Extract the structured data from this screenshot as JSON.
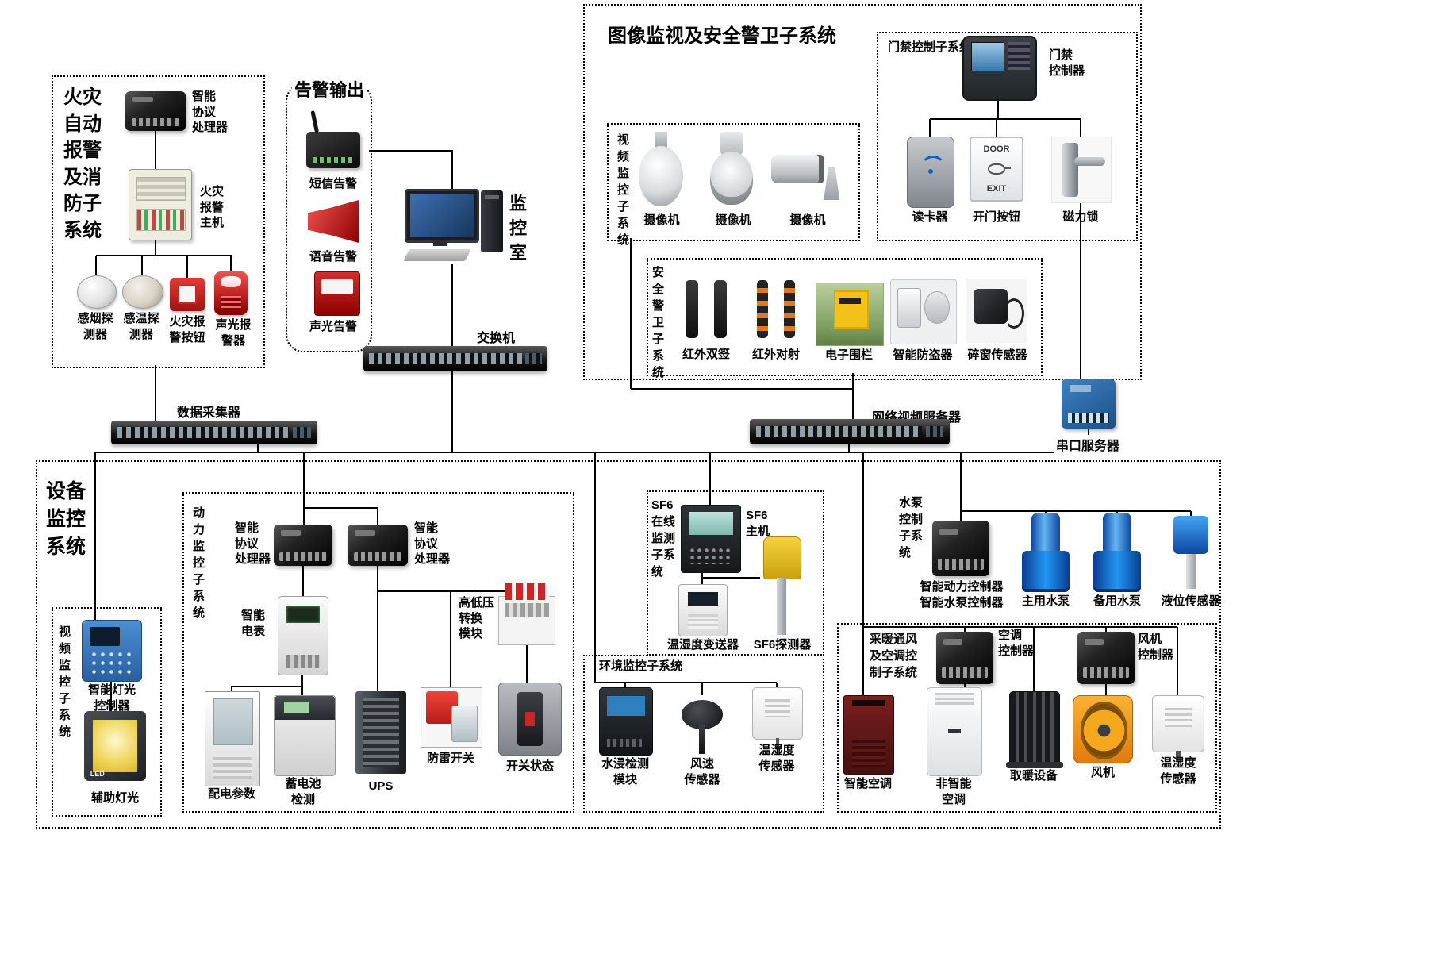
{
  "fire": {
    "title": "火灾自动报警及消防子系统",
    "processor": "智能\n协议\n处理器",
    "host": "火灾\n报警\n主机",
    "smoke": "感烟探\n测器",
    "temp": "感温探\n测器",
    "button": "火灾报\n警按钮",
    "sound_light": "声光报\n警器"
  },
  "alarm_out": {
    "title": "告警输出",
    "sms": "短信告警",
    "voice": "语音告警",
    "sound_light": "声光告警"
  },
  "monitor_room": {
    "title": "监控室",
    "switch_label": "交换机"
  },
  "collector_label": "数据采集器",
  "nvr_label": "网络视频服务器",
  "serial_label": "串口服务器",
  "image_system": {
    "title": "图像监视及安全警卫子系统",
    "access": {
      "title": "门禁控制子系统",
      "controller": "门禁\n控制器",
      "reader": "读卡器",
      "door_button": "开门按钮",
      "door_text": "DOOR",
      "exit_text": "EXIT",
      "lock": "磁力锁"
    },
    "video": {
      "title": "视频监控子系统",
      "camera": "摄像机"
    },
    "security": {
      "title": "安全警卫子系统",
      "ir_dual": "红外双签",
      "ir_beam": "红外对射",
      "fence": "电子围栏",
      "antitheft": "智能防盗器",
      "glass": "碎窗传感器"
    }
  },
  "equipment": {
    "title": "设备监控系统",
    "video_sub": {
      "title": "视频监控子系统",
      "light_ctrl": "智能灯光\n控制器",
      "aux_light": "辅助灯光",
      "led_text": "LED"
    },
    "power": {
      "title": "动力监控子系统",
      "processor": "智能\n协议\n处理器",
      "meter": "智能\n电表",
      "hv_module": "高低压\n转换\n模块",
      "dist_params": "配电参数",
      "battery": "蓄电池\n检测",
      "ups": "UPS",
      "spd": "防雷开关",
      "breaker": "开关状态"
    },
    "sf6": {
      "title": "SF6在线监测子系统",
      "host": "SF6\n主机",
      "transmitter": "温湿度变送器",
      "detector": "SF6探测器"
    },
    "env": {
      "title": "环境监控子系统",
      "water": "水浸检测\n模块",
      "wind": "风速\n传感器",
      "th": "温湿度\n传感器"
    },
    "pump": {
      "title": "水泵控制子系统",
      "controller": "智能动力控制器\n智能水泵控制器",
      "main": "主用水泵",
      "backup": "备用水泵",
      "level": "液位传感器"
    },
    "hvac": {
      "title": "采暖通风及空调控制子系统",
      "ac_ctrl": "空调\n控制器",
      "fan_ctrl": "风机\n控制器",
      "smart_ac": "智能空调",
      "plain_ac": "非智能\n空调",
      "heater": "取暖设备",
      "fan": "风机",
      "th": "温湿度\n传感器"
    }
  }
}
